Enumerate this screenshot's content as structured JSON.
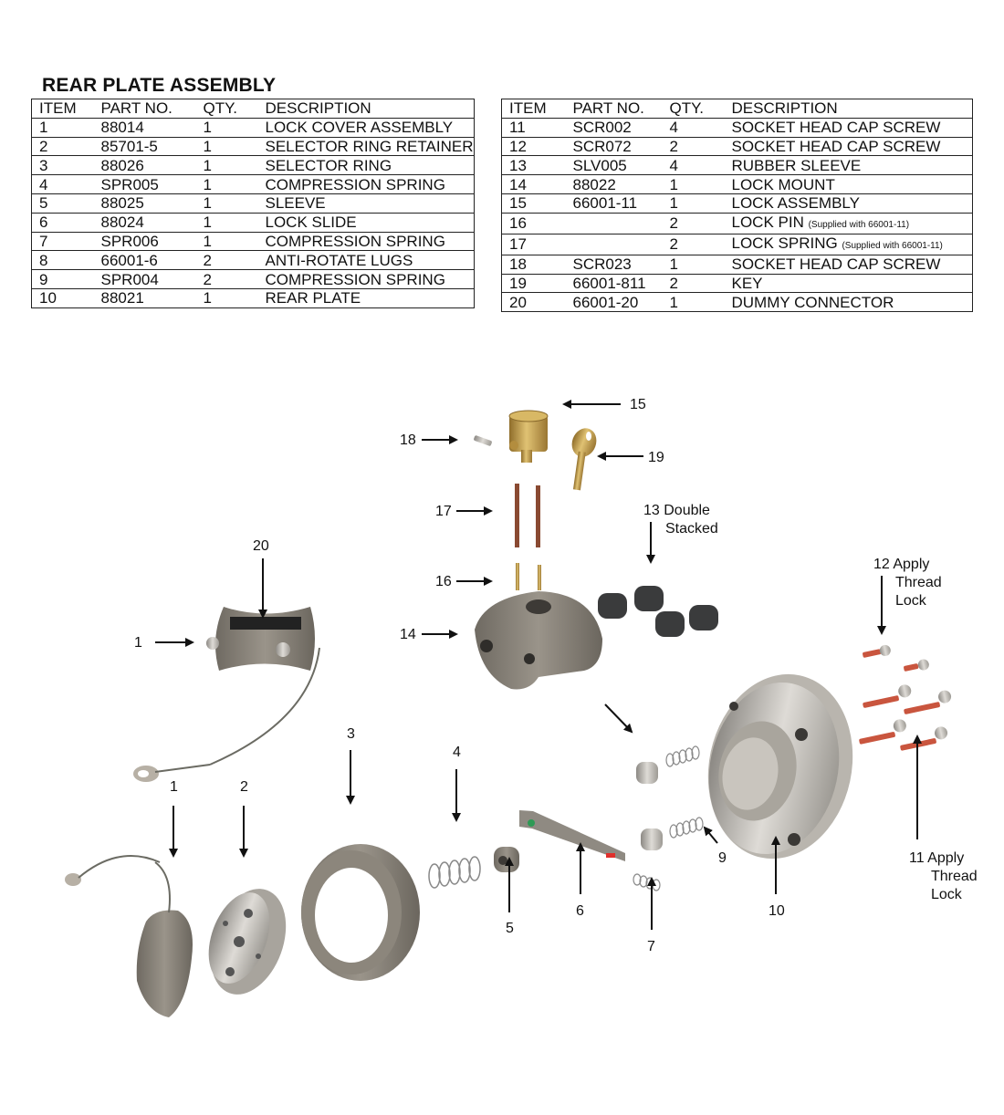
{
  "title": "REAR PLATE ASSEMBLY",
  "columns": [
    "ITEM",
    "PART NO.",
    "QTY.",
    "DESCRIPTION"
  ],
  "left_table": [
    {
      "item": "1",
      "part": "88014",
      "qty": "1",
      "desc": "LOCK COVER ASSEMBLY",
      "note": ""
    },
    {
      "item": "2",
      "part": "85701-5",
      "qty": "1",
      "desc": "SELECTOR RING RETAINER",
      "note": ""
    },
    {
      "item": "3",
      "part": "88026",
      "qty": "1",
      "desc": "SELECTOR RING",
      "note": ""
    },
    {
      "item": "4",
      "part": "SPR005",
      "qty": "1",
      "desc": "COMPRESSION SPRING",
      "note": ""
    },
    {
      "item": "5",
      "part": "88025",
      "qty": "1",
      "desc": "SLEEVE",
      "note": ""
    },
    {
      "item": "6",
      "part": "88024",
      "qty": "1",
      "desc": "LOCK SLIDE",
      "note": ""
    },
    {
      "item": "7",
      "part": "SPR006",
      "qty": "1",
      "desc": "COMPRESSION SPRING",
      "note": ""
    },
    {
      "item": "8",
      "part": "66001-6",
      "qty": "2",
      "desc": "ANTI-ROTATE LUGS",
      "note": ""
    },
    {
      "item": "9",
      "part": "SPR004",
      "qty": "2",
      "desc": "COMPRESSION SPRING",
      "note": ""
    },
    {
      "item": "10",
      "part": "88021",
      "qty": "1",
      "desc": "REAR PLATE",
      "note": ""
    }
  ],
  "right_table": [
    {
      "item": "11",
      "part": "SCR002",
      "qty": "4",
      "desc": "SOCKET HEAD CAP SCREW",
      "note": ""
    },
    {
      "item": "12",
      "part": "SCR072",
      "qty": "2",
      "desc": "SOCKET HEAD CAP SCREW",
      "note": ""
    },
    {
      "item": "13",
      "part": "SLV005",
      "qty": "4",
      "desc": "RUBBER SLEEVE",
      "note": ""
    },
    {
      "item": "14",
      "part": "88022",
      "qty": "1",
      "desc": "LOCK MOUNT",
      "note": ""
    },
    {
      "item": "15",
      "part": "66001-11",
      "qty": "1",
      "desc": "LOCK ASSEMBLY",
      "note": ""
    },
    {
      "item": "16",
      "part": "",
      "qty": "2",
      "desc": "LOCK PIN",
      "note": "(Supplied with 66001-11)"
    },
    {
      "item": "17",
      "part": "",
      "qty": "2",
      "desc": "LOCK SPRING",
      "note": "(Supplied with 66001-11)"
    },
    {
      "item": "18",
      "part": "SCR023",
      "qty": "1",
      "desc": "SOCKET HEAD CAP SCREW",
      "note": ""
    },
    {
      "item": "19",
      "part": "66001-811",
      "qty": "2",
      "desc": "KEY",
      "note": ""
    },
    {
      "item": "20",
      "part": "66001-20",
      "qty": "1",
      "desc": "DUMMY CONNECTOR",
      "note": ""
    }
  ],
  "callouts": {
    "c15": "15",
    "c18": "18",
    "c19": "19",
    "c17": "17",
    "c16": "16",
    "c14": "14",
    "c13a": "13 Double",
    "c13b": "Stacked",
    "c12a": "12 Apply",
    "c12b": "Thread",
    "c12c": "Lock",
    "c11a": "11 Apply",
    "c11b": "Thread",
    "c11c": "Lock",
    "c20": "20",
    "c1a": "1",
    "c1b": "1",
    "c2": "2",
    "c3": "3",
    "c4": "4",
    "c5": "5",
    "c6": "6",
    "c7": "7",
    "c9": "9",
    "c10": "10"
  },
  "part_colors": {
    "anodized": "#8a847b",
    "steel": "#bdbab4",
    "brass": "#c9a24a",
    "rubber": "#3a3b3c",
    "copper_spring": "#8a4a32",
    "thread_lock": "#c9553e"
  }
}
